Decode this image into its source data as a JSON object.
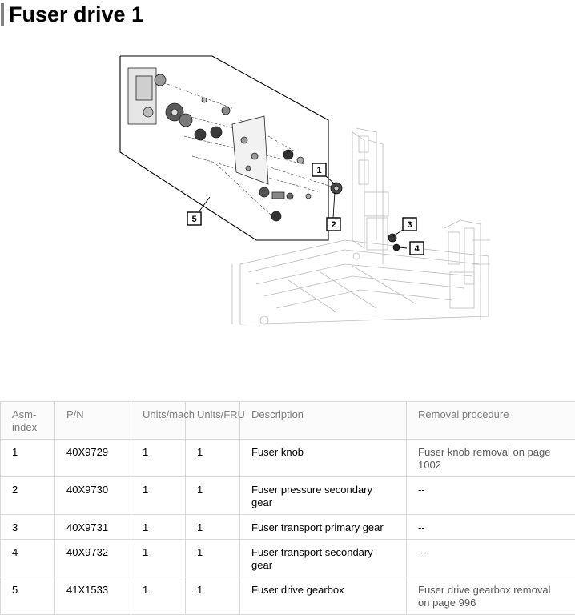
{
  "page": {
    "title": "Fuser drive 1"
  },
  "figure": {
    "callouts": [
      "1",
      "2",
      "3",
      "4",
      "5"
    ]
  },
  "table": {
    "headers": {
      "asm": "Asm-index",
      "pn": "P/N",
      "units_mach": "Units/mach",
      "units_fru": "Units/FRU",
      "description": "Description",
      "removal": "Removal procedure"
    },
    "rows": [
      {
        "asm": "1",
        "pn": "40X9729",
        "units_mach": "1",
        "units_fru": "1",
        "description": "Fuser knob",
        "removal": "Fuser knob removal on page 1002"
      },
      {
        "asm": "2",
        "pn": "40X9730",
        "units_mach": "1",
        "units_fru": "1",
        "description": "Fuser pressure secondary gear",
        "removal": "--"
      },
      {
        "asm": "3",
        "pn": "40X9731",
        "units_mach": "1",
        "units_fru": "1",
        "description": "Fuser transport primary gear",
        "removal": "--"
      },
      {
        "asm": "4",
        "pn": "40X9732",
        "units_mach": "1",
        "units_fru": "1",
        "description": "Fuser transport secondary gear",
        "removal": "--"
      },
      {
        "asm": "5",
        "pn": "41X1533",
        "units_mach": "1",
        "units_fru": "1",
        "description": "Fuser drive gearbox",
        "removal": "Fuser drive gearbox removal on page 996"
      }
    ]
  }
}
